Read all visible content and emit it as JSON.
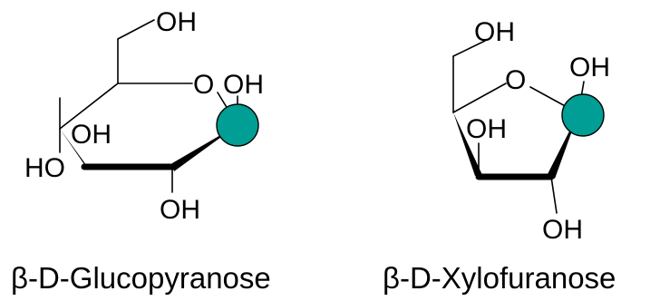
{
  "colors": {
    "marker": "#009e94",
    "ink": "#000000",
    "background": "#ffffff"
  },
  "molecules": [
    {
      "name": "β-D-Glucopyranose",
      "atom_labels": {
        "oh_c6": "OH",
        "ring_o": "O",
        "oh_c1": "OH",
        "oh_c4_up": "OH",
        "ho_c4": "HO",
        "oh_c2": "OH"
      }
    },
    {
      "name": "β-D-Xylofuranose",
      "atom_labels": {
        "oh_c5": "OH",
        "ring_o": "O",
        "oh_c1": "OH",
        "oh_c3": "OH",
        "oh_c2": "OH"
      }
    }
  ]
}
